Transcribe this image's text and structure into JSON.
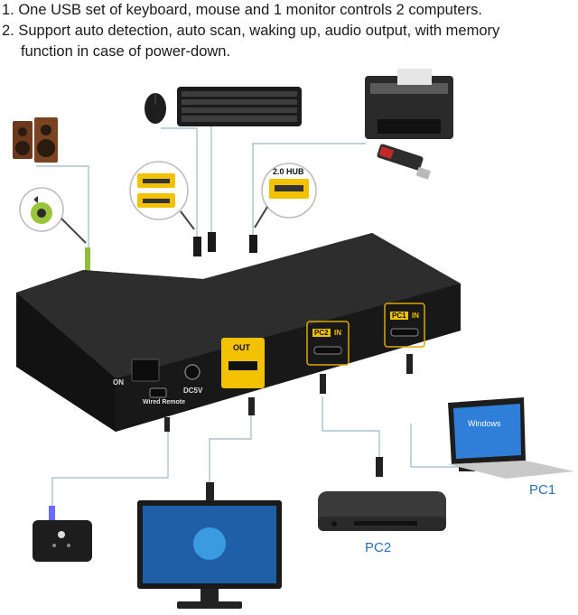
{
  "features": [
    "1. One USB set of keyboard, mouse and 1 monitor controls 2 computers.",
    "2. Support auto detection, auto scan, waking up, audio output, with memory",
    "function in case of power-down."
  ],
  "device": {
    "on_label": "ON",
    "wired_remote_label": "Wired Remote",
    "dc_label": "DC5V",
    "out_label": "OUT",
    "pc2_port": "PC2",
    "pc1_port": "PC1",
    "in_label": "IN",
    "hub_label": "2.0 HUB"
  },
  "computers": {
    "pc1": "PC1",
    "pc2": "PC2",
    "windows_text": "Windows"
  },
  "colors": {
    "accent_yellow": "#f2c200",
    "device_body": "#1c1c1c",
    "cable_line": "#9db7c4",
    "label_blue": "#2a6fb3"
  }
}
